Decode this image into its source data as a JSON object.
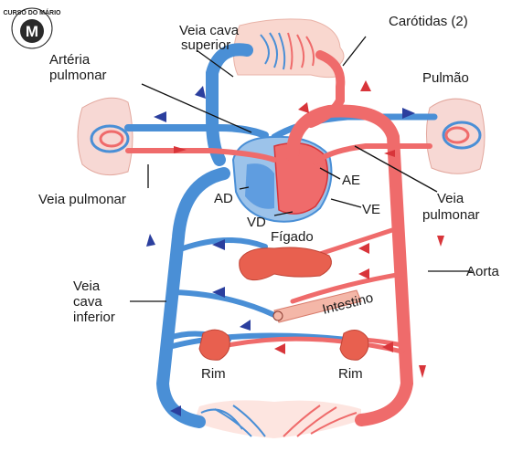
{
  "logo": {
    "text": "CURSO DO MÁRIO",
    "letter": "M"
  },
  "labels": {
    "veia_cava_superior_1": "Veia cava",
    "veia_cava_superior_2": "superior",
    "carotidas": "Carótidas (2)",
    "arteria_pulmonar_1": "Artéria",
    "arteria_pulmonar_2": "pulmonar",
    "pulmao": "Pulmão",
    "ae": "AE",
    "ad": "AD",
    "ve": "VE",
    "vd": "VD",
    "veia_pulmonar_left": "Veia pulmonar",
    "veia_pulmonar_right_1": "Veia",
    "veia_pulmonar_right_2": "pulmonar",
    "figado": "Fígado",
    "aorta": "Aorta",
    "veia_cava_inferior_1": "Veia",
    "veia_cava_inferior_2": "cava",
    "veia_cava_inferior_3": "inferior",
    "intestino": "Intestino",
    "rim_left": "Rim",
    "rim_right": "Rim"
  },
  "colors": {
    "vein": "#4a8fd6",
    "artery": "#ef6b6b",
    "arrow_blue": "#2b3f9e",
    "arrow_red": "#d8353a",
    "organ": "#e8604f",
    "lung_fill": "#f7d8d4",
    "head_fill": "#f9d7cf"
  }
}
